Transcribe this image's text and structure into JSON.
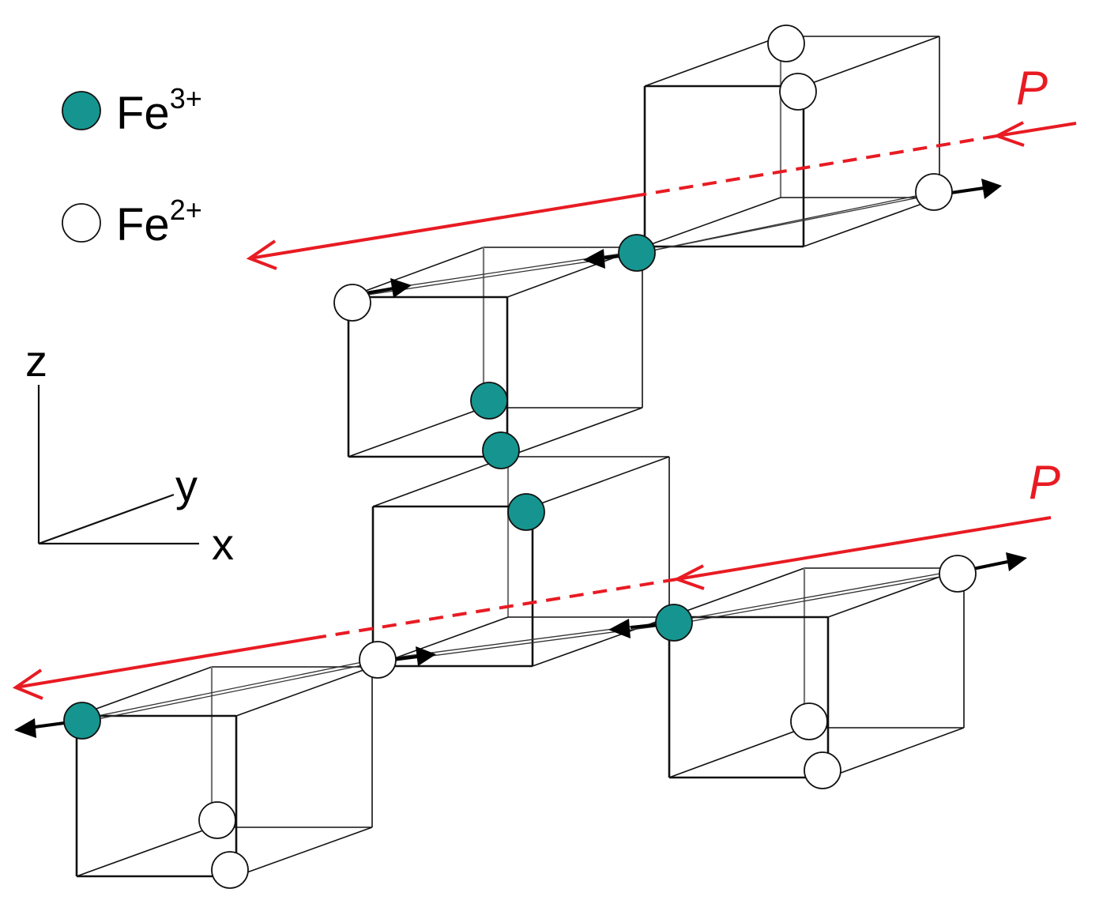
{
  "legend": {
    "items": [
      {
        "symbol": "Fe",
        "charge": "3+",
        "color": "#169590"
      },
      {
        "symbol": "Fe",
        "charge": "2+",
        "color": "#ffffff"
      }
    ]
  },
  "axes": {
    "z": "z",
    "y": "y",
    "x": "x"
  },
  "polarization": {
    "upper": "P",
    "lower": "P",
    "color": "#e81b23"
  },
  "colors": {
    "fe3": "#169590",
    "fe2": "#ffffff",
    "edge": "#111111",
    "arrow": "#000000"
  }
}
